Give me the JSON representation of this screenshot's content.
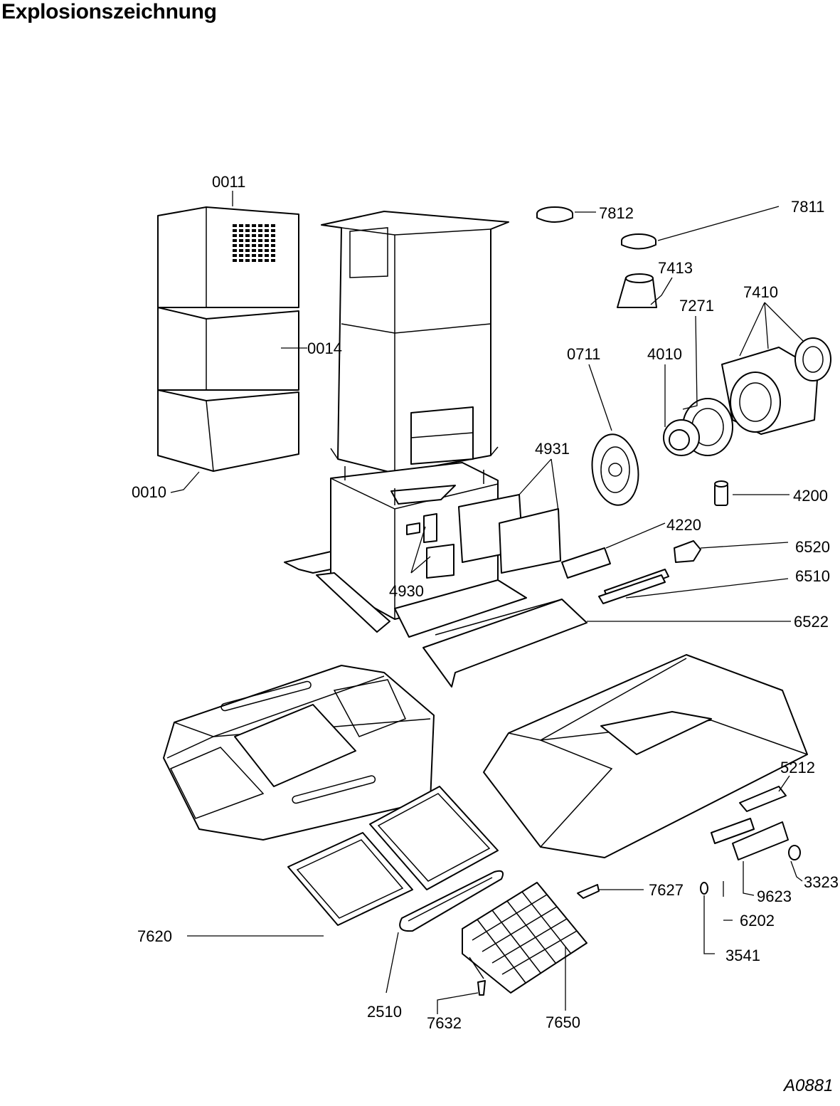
{
  "page": {
    "title": "Explosionszeichnung",
    "doc_code": "A0881"
  },
  "labels": [
    "0011",
    "0014",
    "0010",
    "7812",
    "7811",
    "7413",
    "7271",
    "7410",
    "0711",
    "4010",
    "4931",
    "4200",
    "4220",
    "6520",
    "4930",
    "6510",
    "6522",
    "5212",
    "3323",
    "9623",
    "7627",
    "6202",
    "7620",
    "3541",
    "2510",
    "7632",
    "7650"
  ]
}
